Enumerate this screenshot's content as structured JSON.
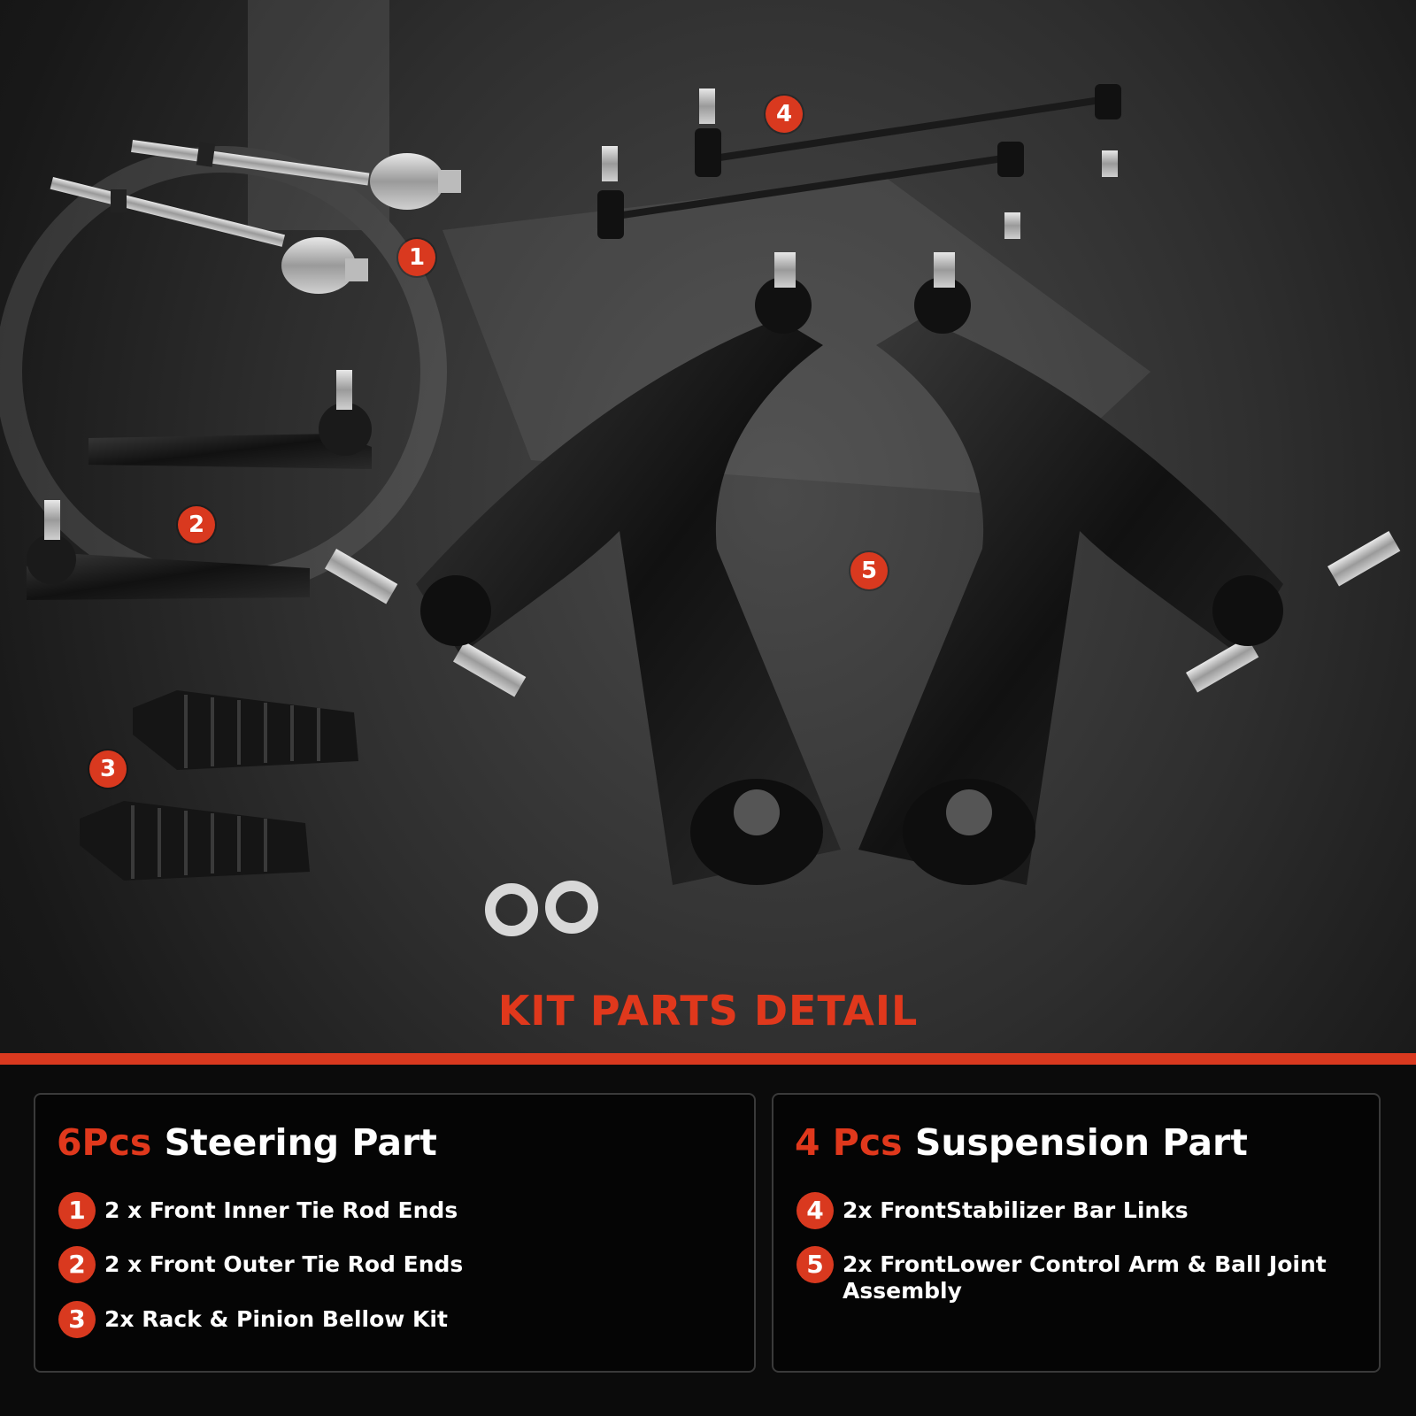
{
  "headline": "KIT PARTS DETAIL",
  "colors": {
    "accent": "#d9391f",
    "panel_bg": "#050505",
    "text": "#ffffff"
  },
  "callouts": [
    "1",
    "2",
    "3",
    "4",
    "5"
  ],
  "steering": {
    "count": "6Pcs",
    "title": "Steering Part",
    "items": [
      {
        "num": "1",
        "text": "2 x Front Inner Tie Rod Ends"
      },
      {
        "num": "2",
        "text": "2 x Front Outer Tie Rod Ends"
      },
      {
        "num": "3",
        "text": "2x Rack & Pinion Bellow Kit"
      }
    ]
  },
  "suspension": {
    "count": "4 Pcs",
    "title": "Suspension Part",
    "items": [
      {
        "num": "4",
        "text": "2x FrontStabilizer Bar Links"
      },
      {
        "num": "5",
        "text": "2x FrontLower Control Arm & Ball Joint Assembly"
      }
    ]
  }
}
